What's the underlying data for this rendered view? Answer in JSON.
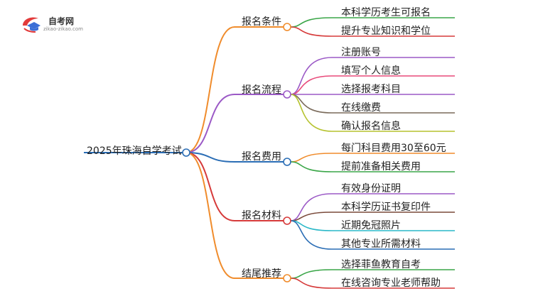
{
  "logo": {
    "title": "自考网",
    "url": "zikao-zikao.com",
    "icon": "graduation-cap-icon",
    "color": "#e23b3b"
  },
  "root": {
    "label": "2025年珠海自学考试",
    "color": "#2a6db5"
  },
  "branches": [
    {
      "label": "报名条件",
      "color": "#f08c2c",
      "children": [
        {
          "label": "本科学历考生可报名",
          "color": "#3aa648"
        },
        {
          "label": "提升专业知识和学位",
          "color": "#d63a3a"
        }
      ]
    },
    {
      "label": "报名流程",
      "color": "#9b59c6",
      "children": [
        {
          "label": "注册账号",
          "color": "#9b59c6"
        },
        {
          "label": "填写个人信息",
          "color": "#e84a7a"
        },
        {
          "label": "选择报考科目",
          "color": "#9b59c6"
        },
        {
          "label": "在线缴费",
          "color": "#7a6a5a"
        },
        {
          "label": "确认报名信息",
          "color": "#b5c22e"
        }
      ]
    },
    {
      "label": "报名费用",
      "color": "#2a6db5",
      "children": [
        {
          "label": "每门科目费用30至60元",
          "color": "#f08c2c"
        },
        {
          "label": "提前准备相关费用",
          "color": "#3aa648"
        }
      ]
    },
    {
      "label": "报名材料",
      "color": "#d63a3a",
      "children": [
        {
          "label": "有效身份证明",
          "color": "#9b59c6"
        },
        {
          "label": "本科学历证书复印件",
          "color": "#7a4a3a"
        },
        {
          "label": "近期免冠照片",
          "color": "#2ab8c8"
        },
        {
          "label": "其他专业所需材料",
          "color": "#2a6db5"
        }
      ]
    },
    {
      "label": "结尾推荐",
      "color": "#f08c2c",
      "children": [
        {
          "label": "选择菲鱼教育自考",
          "color": "#3aa648"
        },
        {
          "label": "在线咨询专业老师帮助",
          "color": "#d63a3a"
        }
      ]
    }
  ]
}
